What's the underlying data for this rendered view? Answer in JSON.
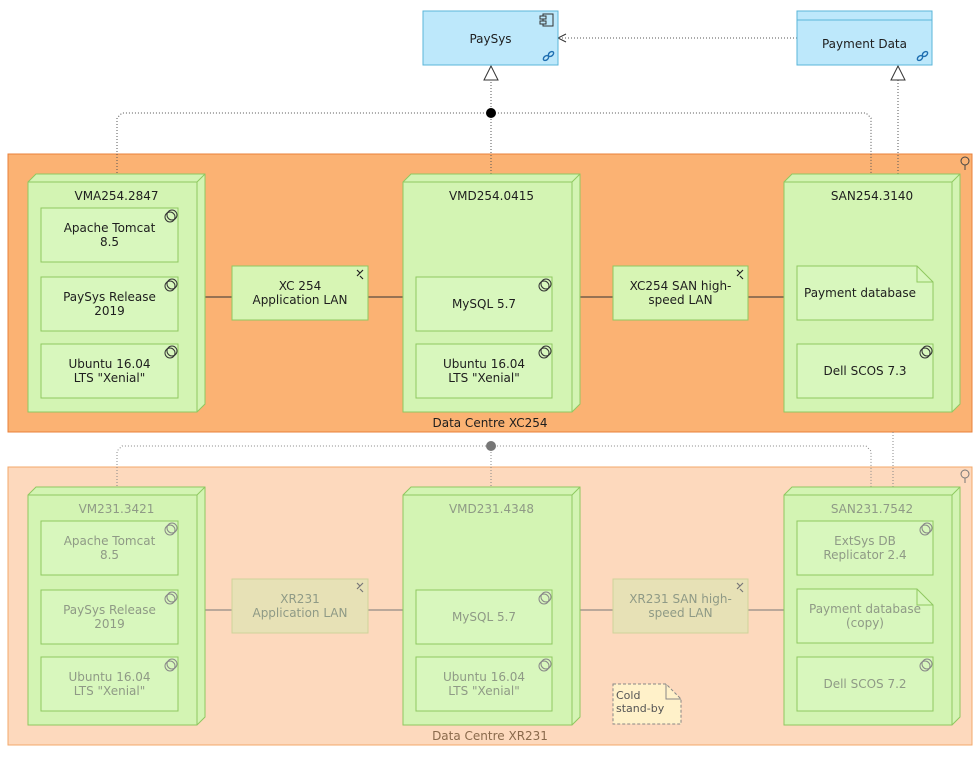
{
  "colors": {
    "dc_primary_fill": "#fbb273",
    "dc_primary_stroke": "#e8803a",
    "dc_secondary_fill": "#fdd9bd",
    "dc_secondary_stroke": "#f3a86a",
    "node_fill": "#d3f4b3",
    "node_stroke": "#8fc860",
    "node_inner_fill": "#d8f7bd",
    "network_fill": "#d7f5b4",
    "network_faded_fill": "#e7e1b6",
    "app_fill": "#bde8fb",
    "app_stroke": "#5ab6d8",
    "note_fill": "#fff1c9"
  },
  "application": {
    "paysys": {
      "label": "PaySys",
      "icon": "application-component-icon"
    },
    "payment_data": {
      "label": "Payment Data",
      "icon": "data-object-icon"
    }
  },
  "data_centres": {
    "primary": {
      "label": "Data Centre XC254",
      "icon": "location-pin-icon"
    },
    "secondary": {
      "label": "Data Centre XR231",
      "icon": "location-pin-icon"
    }
  },
  "nodes": {
    "vma254": {
      "title": "VMA254.2847",
      "items": [
        "Apache Tomcat\n8.5",
        "PaySys Release\n2019",
        "Ubuntu 16.04\nLTS \"Xenial\""
      ]
    },
    "vmd254": {
      "title": "VMD254.0415",
      "items": [
        "MySQL 5.7",
        "Ubuntu 16.04\nLTS \"Xenial\""
      ]
    },
    "san254": {
      "title": "SAN254.3140",
      "items": [
        "Payment database",
        "Dell SCOS 7.3"
      ]
    },
    "vm231": {
      "title": "VM231.3421",
      "items": [
        "Apache Tomcat\n8.5",
        "PaySys Release\n2019",
        "Ubuntu 16.04\nLTS \"Xenial\""
      ]
    },
    "vmd231": {
      "title": "VMD231.4348",
      "items": [
        "MySQL 5.7",
        "Ubuntu 16.04\nLTS \"Xenial\""
      ]
    },
    "san231": {
      "title": "SAN231.7542",
      "items": [
        "ExtSys DB\nReplicator 2.4",
        "Payment database\n(copy)",
        "Dell SCOS 7.2"
      ]
    }
  },
  "networks": {
    "xc254_app": "XC 254\nApplication LAN",
    "xc254_san": "XC254 SAN high-\nspeed LAN",
    "xr231_app": "XR231\nApplication LAN",
    "xr231_san": "XR231 SAN high-\nspeed LAN"
  },
  "note": {
    "text": "Cold\nstand-by"
  }
}
